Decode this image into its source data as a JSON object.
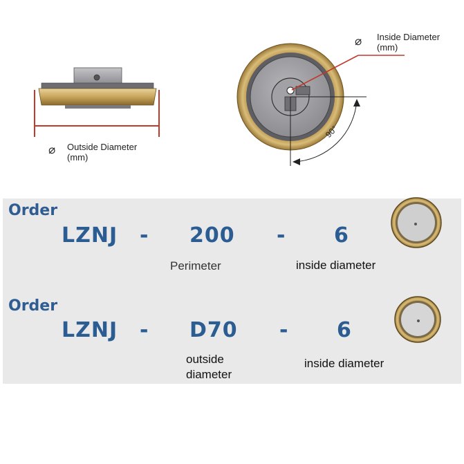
{
  "diagram": {
    "outside_symbol": "⌀",
    "outside_label": "Outside Diameter",
    "outside_unit": "(mm)",
    "inside_symbol": "⌀",
    "inside_label": "Inside Diameter",
    "inside_unit": "(mm)",
    "angle_label": "90°"
  },
  "orders": [
    {
      "heading": "Order",
      "prefix": "LZNJ",
      "dash1": "-",
      "size": "200",
      "dash2": "-",
      "bore": "6",
      "size_caption": "Perimeter",
      "bore_caption": "inside diameter"
    },
    {
      "heading": "Order",
      "prefix": "LZNJ",
      "dash1": "-",
      "size": "D70",
      "dash2": "-",
      "bore": "6",
      "size_caption_line1": "outside",
      "size_caption_line2": "diameter",
      "bore_caption": "inside diameter"
    }
  ],
  "colors": {
    "accent_blue": "#2b5d93",
    "dimension_red": "#c0392b",
    "gold": "#c9a85a"
  }
}
